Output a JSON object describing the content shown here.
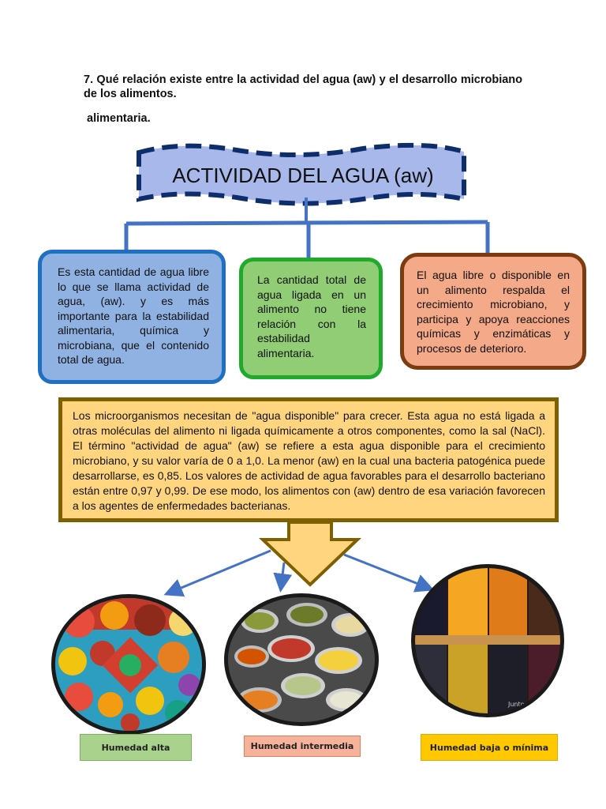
{
  "question": "7. Qué relación existe entre la actividad del agua (aw) y el desarrollo microbiano de los alimentos.",
  "subtitle": "alimentaria.",
  "diagram": {
    "title": "ACTIVIDAD DEL AGUA (aw)",
    "box_left": "Es esta cantidad de agua libre lo que se llama actividad de agua, (aw). y es más importante para la estabilidad alimentaria, química y microbiana, que el contenido total de agua.",
    "box_center": "La cantidad total de agua ligada en un alimento no tiene relación con la estabilidad alimentaria.",
    "box_right": "El agua libre o disponible en un alimento respalda el crecimiento microbiano, y participa y apoya reacciones químicas y enzimáticas y procesos de deterioro.",
    "main_text": "Los microorganismos necesitan de \"agua disponible\" para crecer. Esta agua no está ligada a otras moléculas del alimento ni ligada químicamente a otros componentes, como la sal (NaCl). El término \"actividad de agua\" (aw) se refiere a esta agua disponible para el crecimiento microbiano, y su valor varía de 0 a 1,0. La menor (aw) en la cual una bacteria patogénica puede desarrollarse, es 0,85. Los valores de actividad de agua favorables para el desarrollo bacteriano están entre 0,97 y 0,99. De ese modo, los alimentos con (aw) dentro de esa variación favorecen a los agentes de enfermedades bacterianas.",
    "labels": {
      "high": "Humedad alta",
      "intermediate": "Humedad intermedia",
      "low": "Humedad baja o mínima"
    },
    "photo_watermark": "Junto"
  },
  "colors": {
    "title_fill": "#a9b8ea",
    "title_border": "#0d2d6b",
    "connector": "#4472c4",
    "box_left_fill": "#8fb2e2",
    "box_center_fill": "#90cd75",
    "box_right_fill": "#f4a988",
    "main_fill": "#ffd57f",
    "main_border": "#7f6000"
  }
}
